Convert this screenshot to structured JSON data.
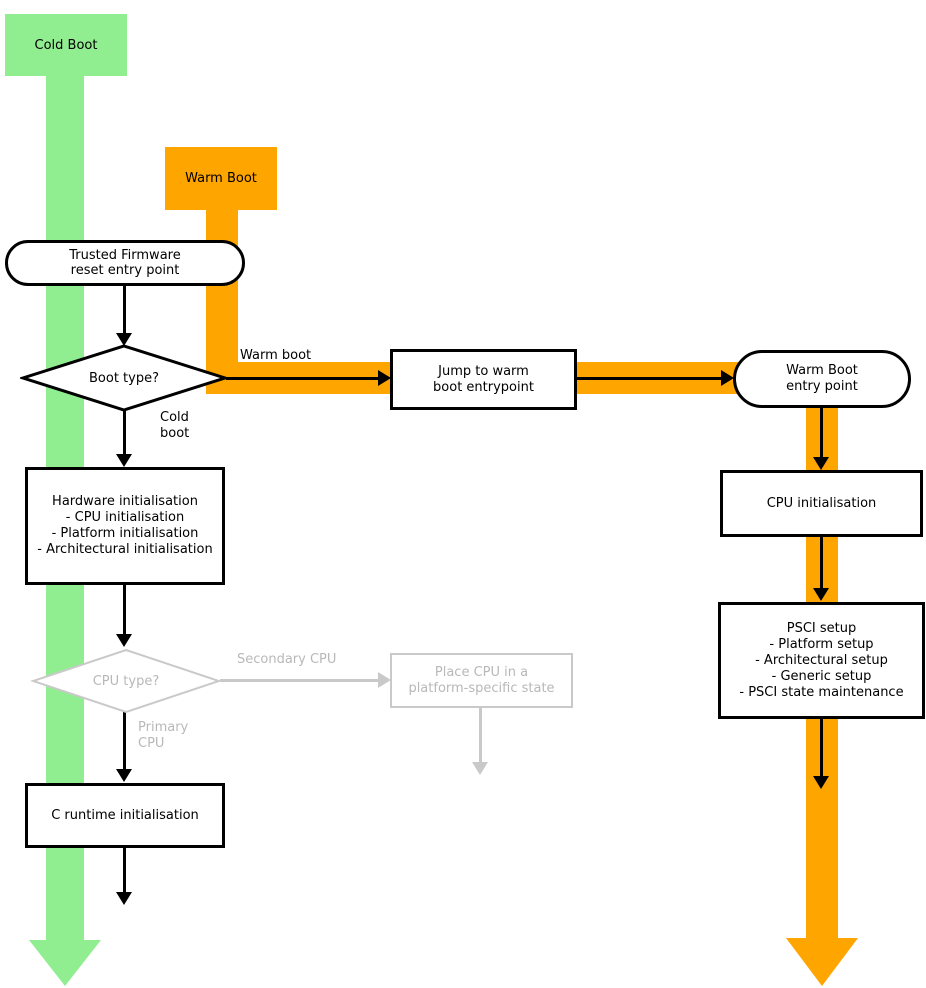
{
  "colors": {
    "cold_boot_green": "#90ee90",
    "warm_boot_orange": "#ffa500",
    "inactive_gray_line": "#c9c9c9",
    "inactive_gray_text": "#b8b8b8",
    "stroke_black": "#000000",
    "node_fill": "#ffffff"
  },
  "badges": {
    "cold_boot": "Cold Boot",
    "warm_boot": "Warm Boot"
  },
  "nodes": {
    "reset_entry": {
      "line1": "Trusted Firmware",
      "line2": "reset entry point"
    },
    "boot_type": {
      "label": "Boot type?"
    },
    "jump_warm": {
      "line1": "Jump to warm",
      "line2": "boot entrypoint"
    },
    "warm_entry": {
      "line1": "Warm Boot",
      "line2": "entry point"
    },
    "hardware_init": {
      "lines": [
        "Hardware initialisation",
        "- CPU initialisation",
        "- Platform initialisation",
        "- Architectural initialisation"
      ]
    },
    "cpu_type": {
      "label": "CPU type?"
    },
    "place_cpu": {
      "line1": "Place CPU in a",
      "line2": "platform-specific state"
    },
    "c_runtime": {
      "label": "C runtime initialisation"
    },
    "cpu_init": {
      "label": "CPU initialisation"
    },
    "psci_setup": {
      "lines": [
        "PSCI setup",
        "- Platform setup",
        "- Architectural setup",
        "- Generic setup",
        "- PSCI state maintenance"
      ]
    }
  },
  "edge_labels": {
    "warm_boot": "Warm boot",
    "cold_boot_line1": "Cold",
    "cold_boot_line2": "boot",
    "secondary_cpu": "Secondary CPU",
    "primary_cpu_line1": "Primary",
    "primary_cpu_line2": "CPU"
  }
}
